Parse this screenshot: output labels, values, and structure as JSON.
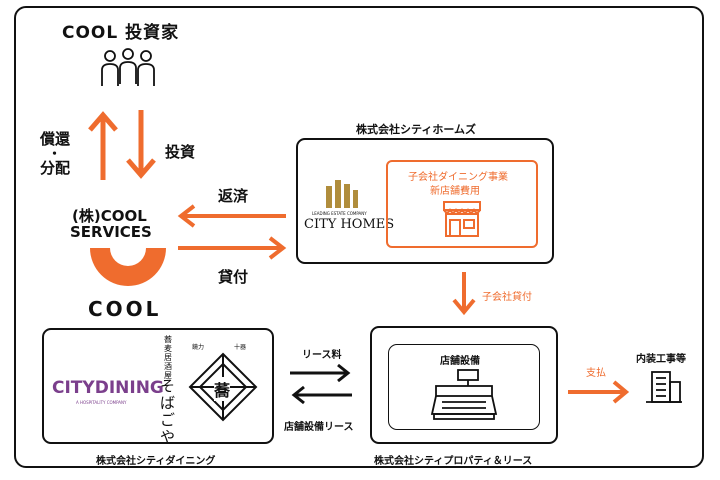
{
  "investor": {
    "label": "COOL 投資家"
  },
  "flows": {
    "repay_dist_line1": "償還",
    "repay_dist_dot": "・",
    "repay_dist_line2": "分配",
    "invest": "投資",
    "repayment": "返済",
    "loan": "貸付",
    "subsidiary_loan": "子会社貸付",
    "lease_fee": "リース料",
    "store_equipment_lease": "店舗設備リース",
    "payment": "支払"
  },
  "cool_services": {
    "line1": "(株)COOL",
    "line2": "SERVICES",
    "logo_text": "COOL"
  },
  "city_homes": {
    "company_name": "株式会社シティホームズ",
    "logo_small": "LEADING ESTATE COMPANY",
    "logo_main": "CITY HOMES",
    "project_line1": "子会社ダイニング事業",
    "project_line2": "新店舗費用"
  },
  "city_dining": {
    "company_name": "株式会社シティダイニング",
    "logo_main": "CITYDINING",
    "logo_sub": "A HOSPITALITY COMPANY",
    "sobagoya_vertical_label": "蕎麦居酒屋",
    "sobagoya_name": "そばごや",
    "crest_text": "蕎",
    "crest_left": "鏡力",
    "crest_right": "十器"
  },
  "city_property": {
    "company_name": "株式会社シティプロパティ＆リース",
    "equipment_label": "店舗設備"
  },
  "interior": {
    "label": "内装工事等"
  },
  "colors": {
    "accent": "#ef6c2e",
    "line": "#111111",
    "dining_purple": "#7b3f8c"
  }
}
